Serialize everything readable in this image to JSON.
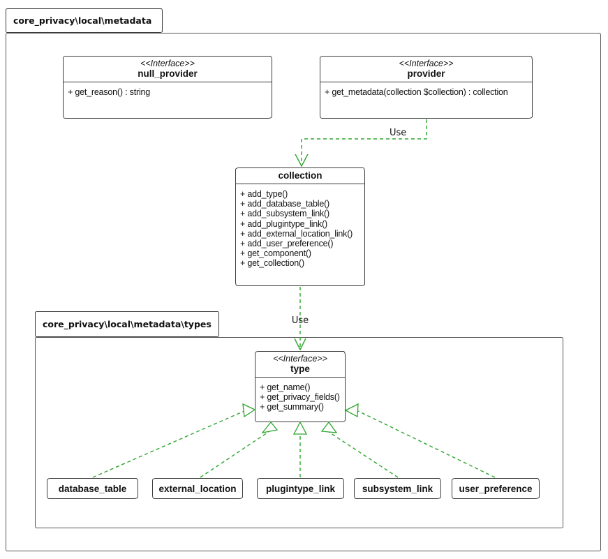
{
  "colors": {
    "edge": "#2ea52e",
    "box_border": "#3a3a3a",
    "package_border": "#555555",
    "background": "#ffffff",
    "text": "#111111"
  },
  "outer_package": {
    "label": "core_privacy\\local\\metadata"
  },
  "inner_package": {
    "label": "core_privacy\\local\\metadata\\types"
  },
  "classes": {
    "null_provider": {
      "stereotype": "<<Interface>>",
      "name": "null_provider",
      "members": [
        "+ get_reason() : string"
      ]
    },
    "provider": {
      "stereotype": "<<Interface>>",
      "name": "provider",
      "members": [
        "+ get_metadata(collection $collection) : collection"
      ]
    },
    "collection": {
      "name": "collection",
      "members": [
        "+ add_type()",
        "+ add_database_table()",
        "+ add_subsystem_link()",
        "+ add_plugintype_link()",
        "+ add_external_location_link()",
        "+ add_user_preference()",
        "+ get_component()",
        "+ get_collection()"
      ]
    },
    "type": {
      "stereotype": "<<Interface>>",
      "name": "type",
      "members": [
        "+ get_name()",
        "+ get_privacy_fields()",
        "+ get_summary()"
      ]
    },
    "database_table": {
      "name": "database_table"
    },
    "external_location": {
      "name": "external_location"
    },
    "plugintype_link": {
      "name": "plugintype_link"
    },
    "subsystem_link": {
      "name": "subsystem_link"
    },
    "user_preference": {
      "name": "user_preference"
    }
  },
  "edges": {
    "provider_use_collection": {
      "label": "Use",
      "kind": "dependency",
      "style": "green-dashed-open-arrow"
    },
    "collection_use_type": {
      "label": "Use",
      "kind": "dependency",
      "style": "green-dashed-open-arrow"
    },
    "realizations": [
      {
        "from": "database_table",
        "to": "type"
      },
      {
        "from": "external_location",
        "to": "type"
      },
      {
        "from": "plugintype_link",
        "to": "type"
      },
      {
        "from": "subsystem_link",
        "to": "type"
      },
      {
        "from": "user_preference",
        "to": "type"
      }
    ]
  }
}
